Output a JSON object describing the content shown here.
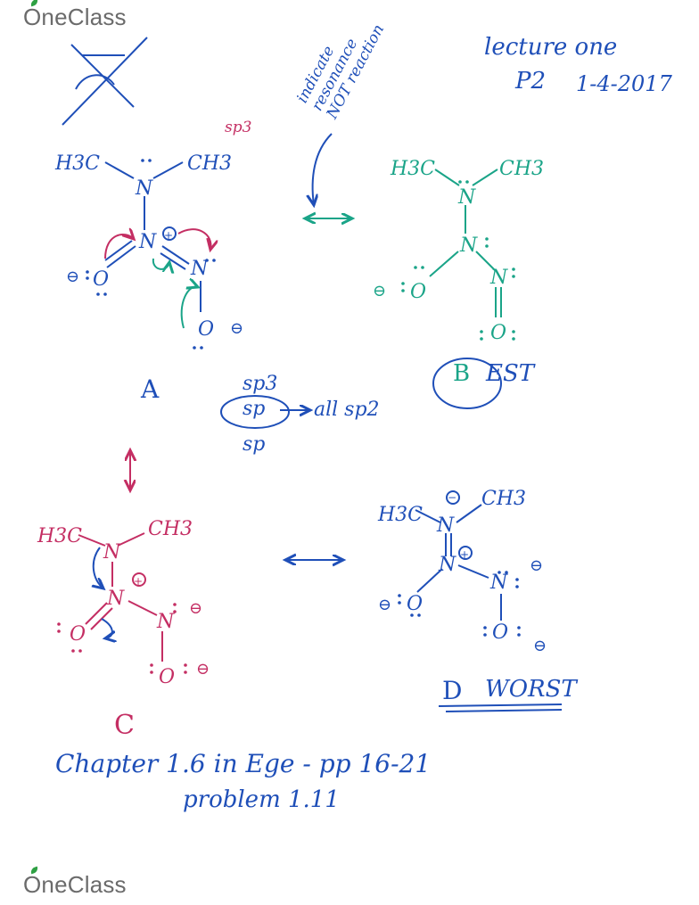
{
  "logo_text": "OneClass",
  "header": {
    "lecture": "lecture one",
    "page": "P2",
    "date": "1-4-2017"
  },
  "note_resonance": [
    "indicate",
    "resonance",
    "NOT reaction"
  ],
  "hybridization": {
    "top": "sp3",
    "mid": "sp",
    "rest": "all sp2",
    "bottom": "sp",
    "ch3": "sp3"
  },
  "labels": {
    "A": "A",
    "B": "B",
    "best": "EST",
    "C": "C",
    "D": "D",
    "worst": "WORST"
  },
  "groups": {
    "h3c": "H3C",
    "ch3": "CH3",
    "n": "N",
    "o": "O"
  },
  "footer": {
    "line1": "Chapter 1.6 in Ege - pp 16-21",
    "line2": "problem 1.11"
  },
  "colors": {
    "blue": "#1f4fb8",
    "teal": "#1aa488",
    "pink": "#c42e63",
    "logo": "#6b6b6b"
  }
}
